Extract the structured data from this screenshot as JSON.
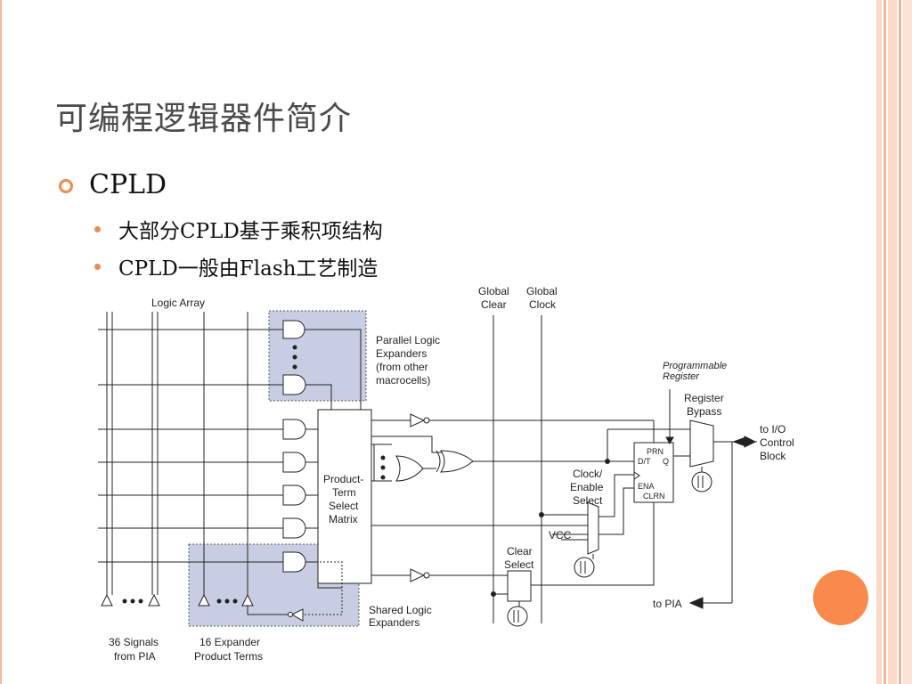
{
  "slide": {
    "title": "可编程逻辑器件简介",
    "bullet": "CPLD",
    "sub_bullets": [
      "大部分CPLD基于乘积项结构",
      "CPLD一般由Flash工艺制造"
    ]
  },
  "diagram": {
    "logic_array": "Logic Array",
    "global_clear_1": "Global",
    "global_clear_2": "Clear",
    "global_clock_1": "Global",
    "global_clock_2": "Clock",
    "parallel_1": "Parallel Logic",
    "parallel_2": "Expanders",
    "parallel_3": "(from other",
    "parallel_4": "macrocells)",
    "prog_reg_1": "Programmable",
    "prog_reg_2": "Register",
    "reg_bypass_1": "Register",
    "reg_bypass_2": "Bypass",
    "to_io_1": "to I/O",
    "to_io_2": "Control",
    "to_io_3": "Block",
    "pts_1": "Product-",
    "pts_2": "Term",
    "pts_3": "Select",
    "pts_4": "Matrix",
    "clock_enable_1": "Clock/",
    "clock_enable_2": "Enable",
    "clock_enable_3": "Select",
    "prn": "PRN",
    "dt": "D/T",
    "q": "Q",
    "ena": "ENA",
    "clrn": "CLRN",
    "vcc": "VCC",
    "clear_select_1": "Clear",
    "clear_select_2": "Select",
    "to_pia": "to PIA",
    "shared_1": "Shared Logic",
    "shared_2": "Expanders",
    "signals_1": "36 Signals",
    "signals_2": "from PIA",
    "expander_1": "16 Expander",
    "expander_2": "Product Terms"
  },
  "colors": {
    "accent": "#f08a4b",
    "expander_fill": "#c9cde3",
    "stripe_light": "#fbd5c3",
    "stripe_dark": "#f4b9a0"
  }
}
